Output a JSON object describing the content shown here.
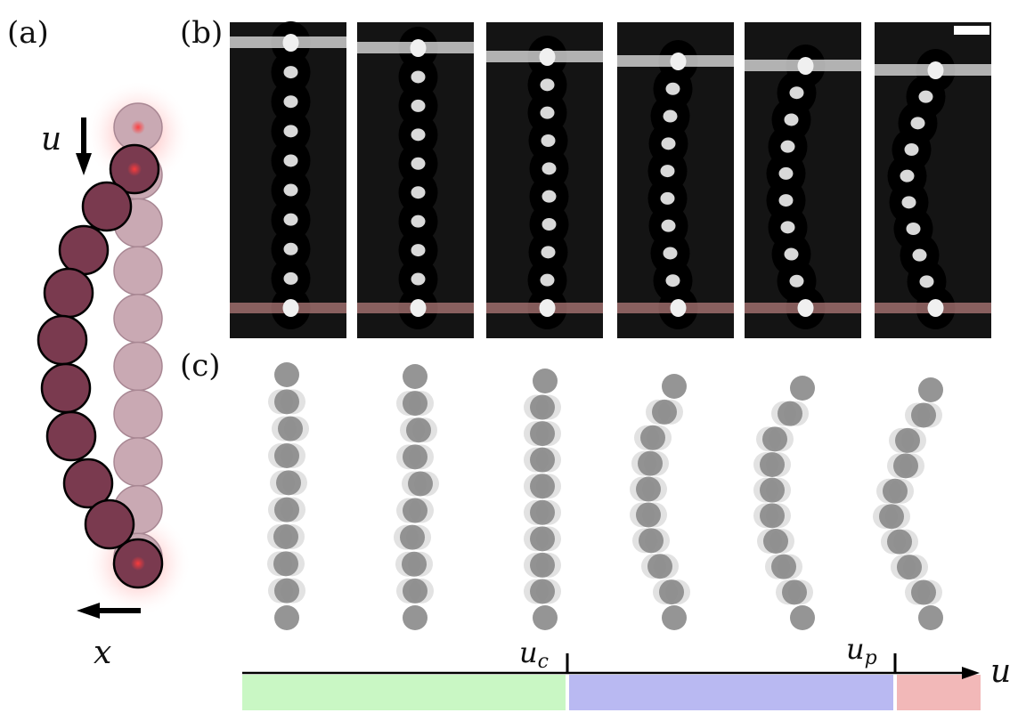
{
  "labels": {
    "a": "(a)",
    "b": "(b)",
    "c": "(c)"
  },
  "panel_a": {
    "arrow_u_label": "u",
    "arrow_x_label": "x",
    "straight_chain_count": 10,
    "deformed_chain_count": 10,
    "colors": {
      "dark_bead": "#7a3a4f",
      "light_bead": "#c9a9b3",
      "glow": "#ff4d4d"
    }
  },
  "panel_b": {
    "frame_count": 6,
    "frame_background": "#141414",
    "top_band_color": "#d9d9d9",
    "bottom_band_color": "#b07a78",
    "scale_bar_color": "#ffffff"
  },
  "panel_c": {
    "snapshot_count": 6,
    "bead_color": "#8a8a8a"
  },
  "regime_axis": {
    "axis_label": "u",
    "ticks": [
      {
        "label_main": "u",
        "label_sub": "c"
      },
      {
        "label_main": "u",
        "label_sub": "p"
      }
    ],
    "regimes": [
      {
        "color": "#c9f7c4"
      },
      {
        "color": "#b9b9f2"
      },
      {
        "color": "#f2b8b8"
      }
    ]
  }
}
